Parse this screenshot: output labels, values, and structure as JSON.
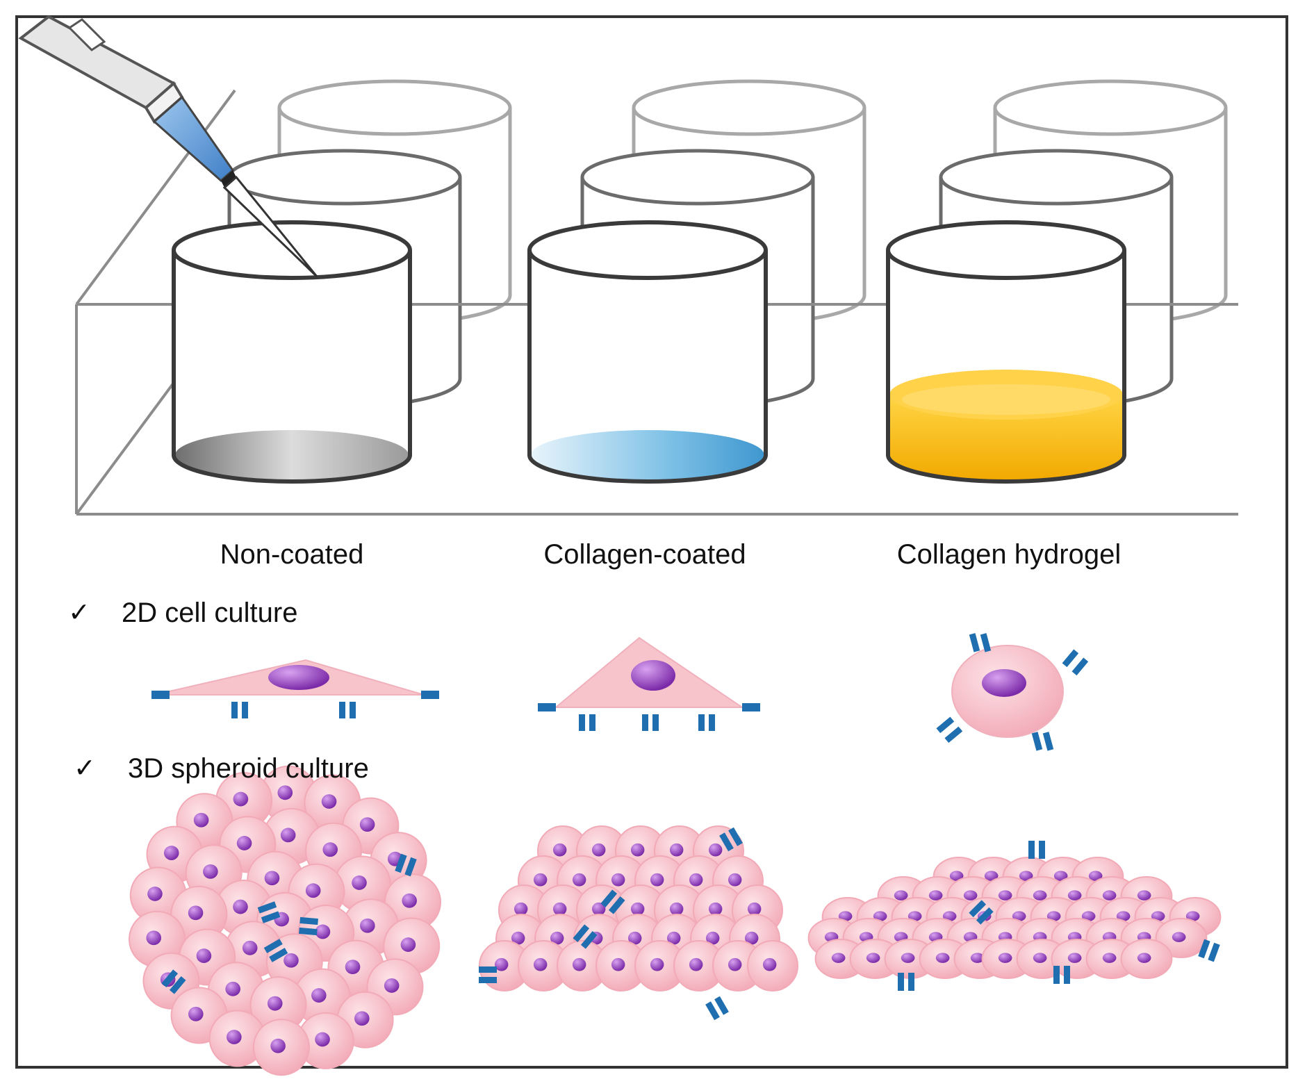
{
  "wells": [
    {
      "label": "Non-coated",
      "coating": "gray"
    },
    {
      "label": "Collagen-coated",
      "coating": "blue"
    },
    {
      "label": "Collagen hydrogel",
      "coating": "yellow"
    }
  ],
  "sections": {
    "culture_2d": {
      "check": "✓",
      "label": "2D cell culture"
    },
    "culture_3d": {
      "check": "✓",
      "label": "3D spheroid culture"
    }
  },
  "colors": {
    "frame": "#333333",
    "well_outline_front": "#3a3a3a",
    "well_outline_back": "#a6a6a6",
    "pipette_tip": "#5b8fcf",
    "coating_gray": "#9a9a9a",
    "coating_blue": "#5aa6d8",
    "coating_yellow": "#f6b400",
    "cell_body": "#f7c4cc",
    "cell_nucleus": "#9a3fc6",
    "receptor": "#1f6fb0"
  }
}
